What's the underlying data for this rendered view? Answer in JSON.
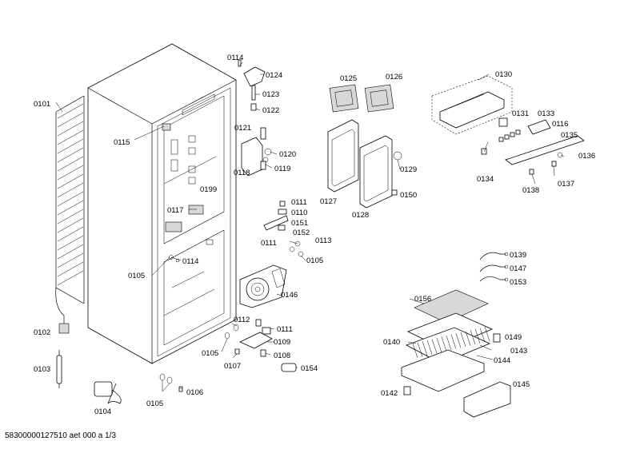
{
  "labels": {
    "p0101": "0101",
    "p0102": "0102",
    "p0103": "0103",
    "p0104": "0104",
    "p0105a": "0105",
    "p0105b": "0105",
    "p0105c": "0105",
    "p0105d": "0105",
    "p0106": "0106",
    "p0107": "0107",
    "p0108": "0108",
    "p0109": "0109",
    "p0110": "0110",
    "p0111a": "0111",
    "p0111b": "0111",
    "p0111c": "0111",
    "p0112": "0112",
    "p0113": "0113",
    "p0114a": "0114",
    "p0114b": "0114",
    "p0115": "0115",
    "p0116": "0116",
    "p0117": "0117",
    "p0118": "0118",
    "p0119": "0119",
    "p0120": "0120",
    "p0121": "0121",
    "p0122": "0122",
    "p0123": "0123",
    "p0124": "0124",
    "p0125": "0125",
    "p0126": "0126",
    "p0127": "0127",
    "p0128": "0128",
    "p0129": "0129",
    "p0130": "0130",
    "p0131": "0131",
    "p0133": "0133",
    "p0134": "0134",
    "p0135": "0135",
    "p0136": "0136",
    "p0137": "0137",
    "p0138": "0138",
    "p0139": "0139",
    "p0140": "0140",
    "p0142": "0142",
    "p0143": "0143",
    "p0144": "0144",
    "p0145": "0145",
    "p0146": "0146",
    "p0147": "0147",
    "p0149": "0149",
    "p0150": "0150",
    "p0151": "0151",
    "p0152": "0152",
    "p0153": "0153",
    "p0154": "0154",
    "p0156": "0156",
    "p0199": "0199"
  },
  "footer": "58300000127510 aet 000 a 1/3"
}
